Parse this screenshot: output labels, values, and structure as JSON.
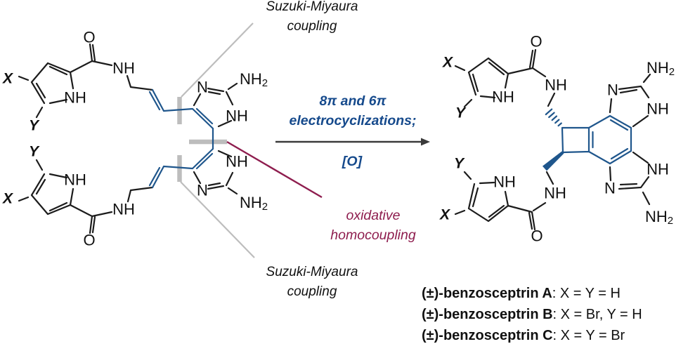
{
  "labels": {
    "suzuki_top_line1": "Suzuki-Miyaura",
    "suzuki_top_line2": "coupling",
    "suzuki_bottom_line1": "Suzuki-Miyaura",
    "suzuki_bottom_line2": "coupling",
    "arrow_line1": "8π and 6π",
    "arrow_line2": "electrocyclizations;",
    "arrow_line3": "[O]",
    "oxidative_line1": "oxidative",
    "oxidative_line2": "homocoupling"
  },
  "atom_labels": {
    "o": "O",
    "n": "N",
    "nh": "NH",
    "nh2_main": "NH",
    "nh2_sub": "2",
    "x": "X",
    "y": "Y"
  },
  "compounds": [
    {
      "name": "(±)-benzosceptrin A",
      "cond": ": X = Y = H"
    },
    {
      "name": "(±)-benzosceptrin B",
      "cond": ": X = Br, Y = H"
    },
    {
      "name": "(±)-benzosceptrin C",
      "cond": ": X = Y = Br"
    }
  ],
  "colors": {
    "bond_black": "#1c1c1c",
    "bond_blue": "#1f568c",
    "text_blue": "#164a8c",
    "maroon": "#8e1d4e",
    "gray": "#bdbdbd",
    "arrow": "#3a3a3a",
    "text_black": "#111111"
  }
}
